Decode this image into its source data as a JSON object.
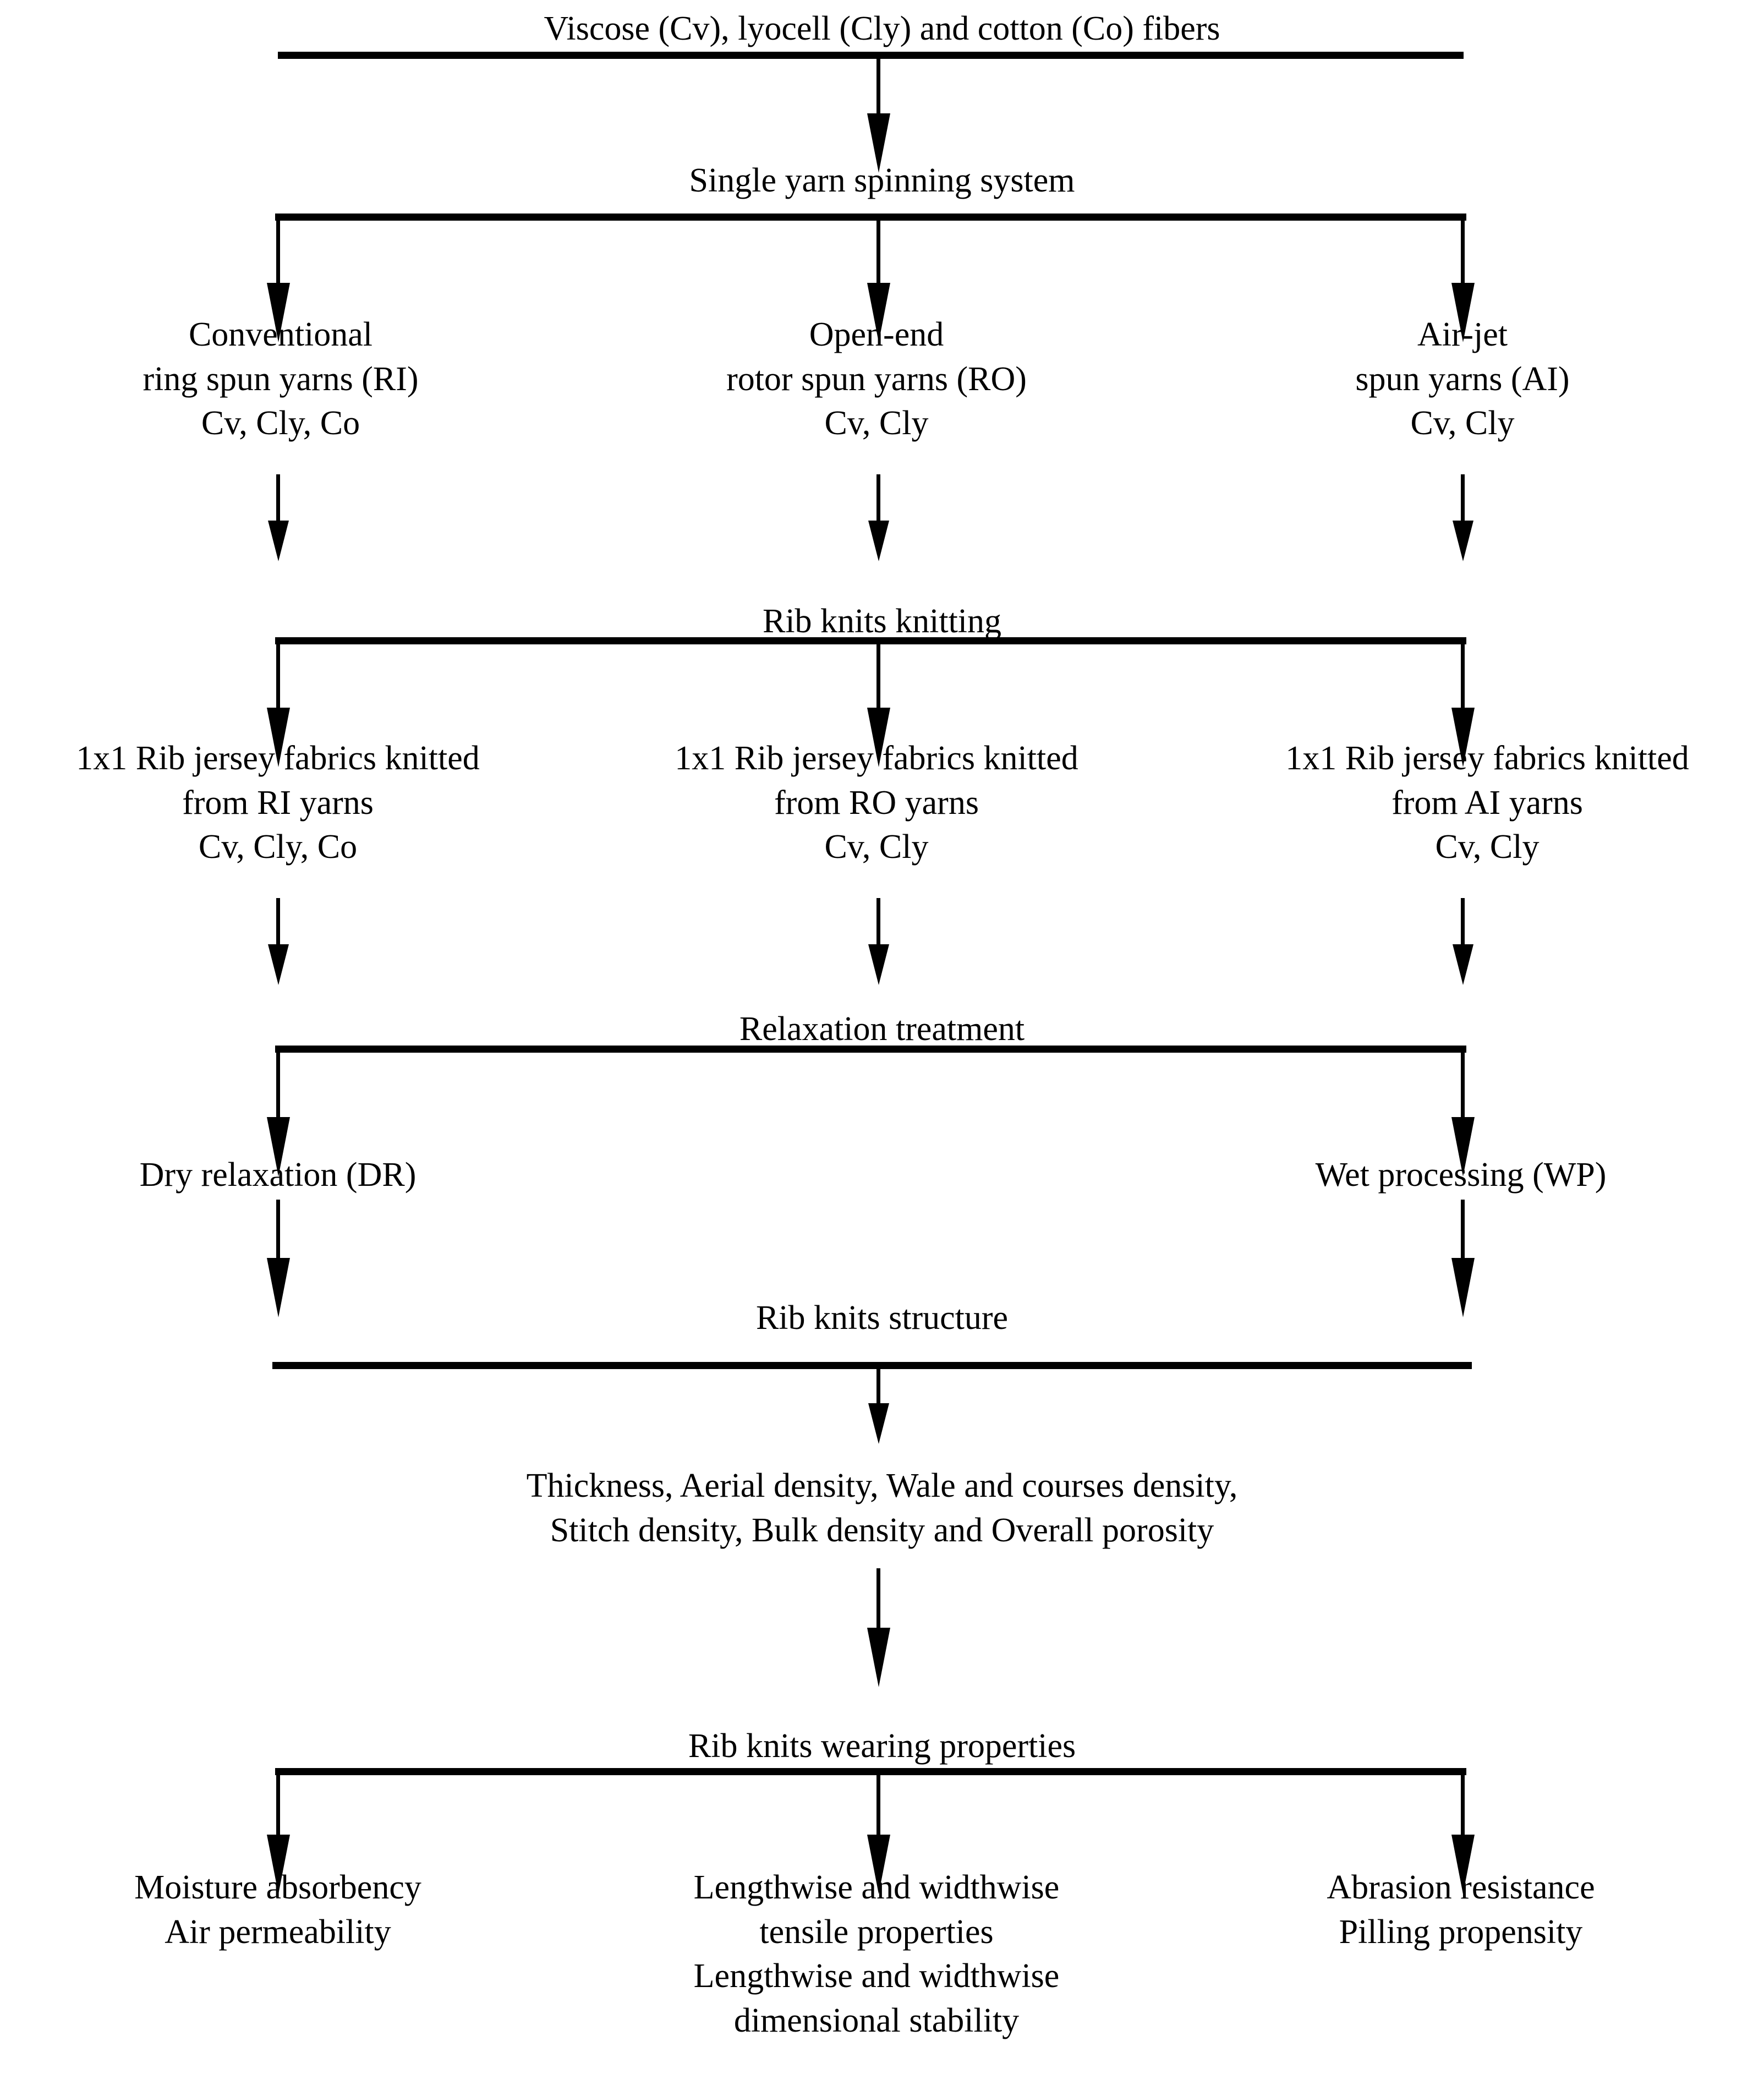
{
  "diagram": {
    "title": "Research flow diagram for rib knitted fabrics",
    "colors": {
      "line": "#000000",
      "text": "#000000",
      "background": "#ffffff"
    },
    "nodes": {
      "fibers": {
        "lines": [
          "Viscose (Cv), lyocell (Cly) and cotton (Co) fibers"
        ]
      },
      "spinning_system": {
        "lines": [
          "Single yarn spinning system"
        ]
      },
      "yarn_ring": {
        "lines": [
          "Conventional",
          "ring spun yarns (RI)",
          "Cv, Cly, Co"
        ]
      },
      "yarn_rotor": {
        "lines": [
          "Open-end",
          "rotor spun yarns (RO)",
          "Cv, Cly"
        ]
      },
      "yarn_airjet": {
        "lines": [
          "Air-jet",
          "spun yarns (AI)",
          "Cv, Cly"
        ]
      },
      "knitting": {
        "lines": [
          "Rib knits knitting"
        ]
      },
      "fabric_ri": {
        "lines": [
          "1x1 Rib jersey fabrics knitted",
          "from RI yarns",
          "Cv, Cly, Co"
        ]
      },
      "fabric_ro": {
        "lines": [
          "1x1 Rib jersey fabrics knitted",
          "from RO yarns",
          "Cv, Cly"
        ]
      },
      "fabric_ai": {
        "lines": [
          "1x1 Rib jersey fabrics knitted",
          "from AI yarns",
          "Cv, Cly"
        ]
      },
      "relaxation": {
        "lines": [
          "Relaxation treatment"
        ]
      },
      "dry_relaxation": {
        "lines": [
          "Dry relaxation (DR)"
        ]
      },
      "wet_processing": {
        "lines": [
          "Wet processing (WP)"
        ]
      },
      "structure": {
        "lines": [
          "Rib knits structure"
        ]
      },
      "structure_params": {
        "lines": [
          "Thickness, Aerial density, Wale and courses density,",
          "Stitch density, Bulk density and Overall porosity"
        ]
      },
      "wearing_properties": {
        "lines": [
          "Rib knits wearing properties"
        ]
      },
      "prop_moisture": {
        "lines": [
          "Moisture absorbency",
          "Air permeability"
        ]
      },
      "prop_tensile": {
        "lines": [
          "Lengthwise and widthwise",
          "tensile properties",
          "Lengthwise and widthwise",
          "dimensional stability"
        ]
      },
      "prop_abrasion": {
        "lines": [
          "Abrasion resistance",
          "Pilling propensity"
        ]
      }
    }
  }
}
